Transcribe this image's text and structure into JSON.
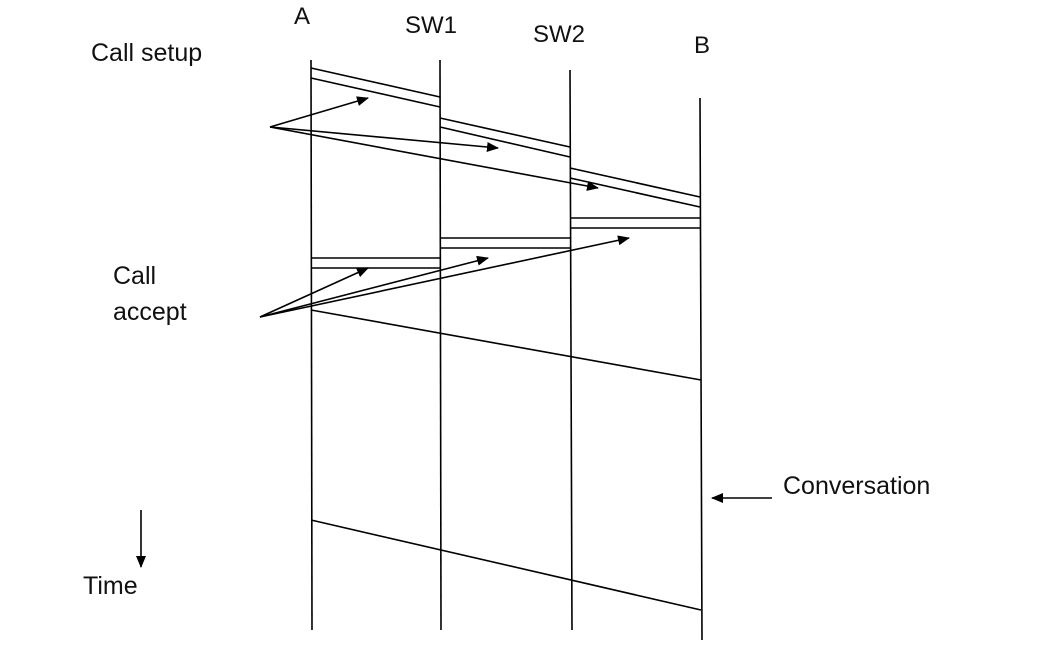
{
  "diagram": {
    "nodes": [
      {
        "id": "A",
        "label": "A"
      },
      {
        "id": "SW1",
        "label": "SW1"
      },
      {
        "id": "SW2",
        "label": "SW2"
      },
      {
        "id": "B",
        "label": "B"
      }
    ],
    "labels": {
      "call_setup": "Call setup",
      "call_accept_line1": "Call",
      "call_accept_line2": "accept",
      "conversation": "Conversation",
      "time": "Time"
    },
    "colors": {
      "line": "#000000",
      "background": "#ffffff",
      "text": "#111111"
    }
  }
}
